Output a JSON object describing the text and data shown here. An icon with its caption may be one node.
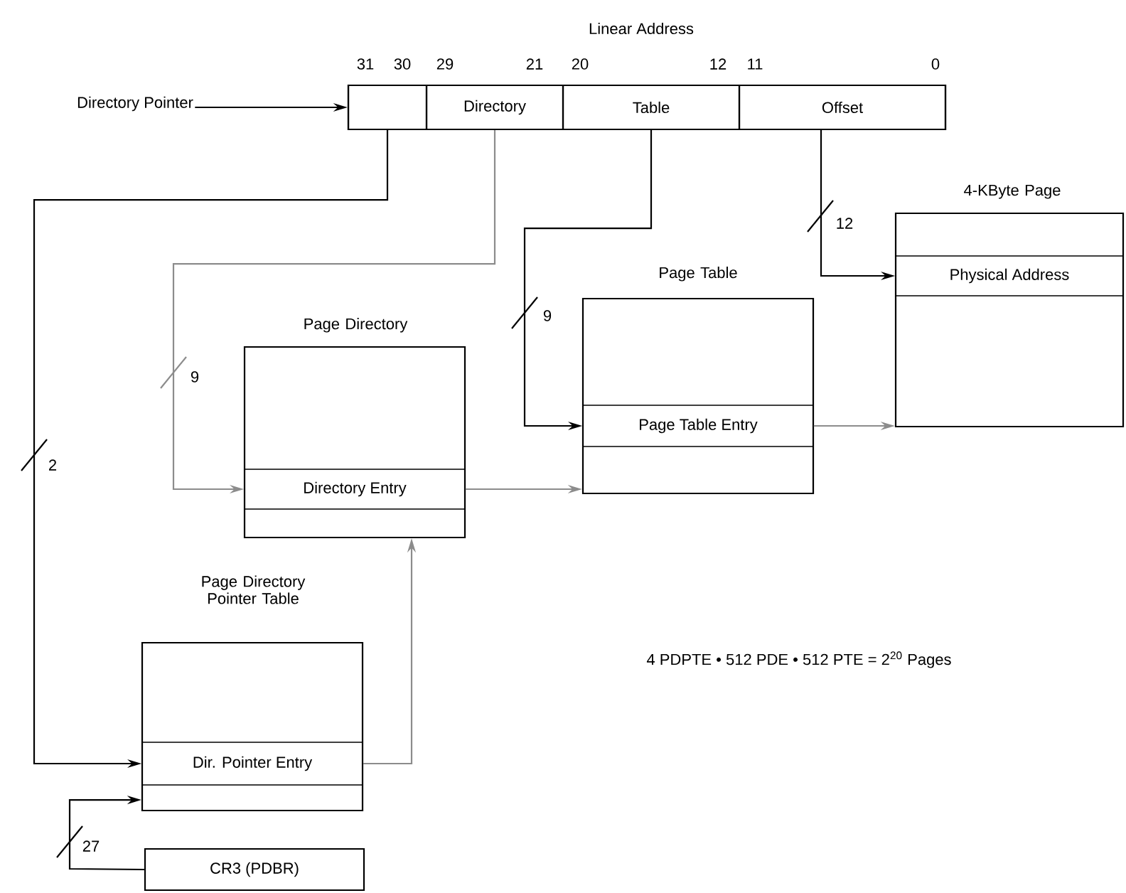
{
  "diagram": {
    "nodes": [
      {
        "text": [
          "Directory Pointer"
        ]
      },
      {
        "text": [
          "Linear Address"
        ]
      },
      {
        "text": [],
        "shape": "box",
        "in": 1
      },
      {
        "text": [
          "Directory"
        ],
        "in": 1
      },
      {
        "text": [
          "Table"
        ],
        "in": 1
      },
      {
        "text": [
          "Offset"
        ],
        "in": 1
      },
      {
        "text": [
          "4-KByte Page"
        ]
      },
      {
        "text": [
          "Physical Address"
        ],
        "in": 6
      },
      {
        "text": [
          "Page Table"
        ]
      },
      {
        "text": [
          "Page Table Entry"
        ],
        "in": 8
      },
      {
        "text": [
          "Page Directory"
        ]
      },
      {
        "text": [
          "Directory Entry"
        ],
        "in": 10
      },
      {
        "text": [
          "Page Directory Pointer Table"
        ]
      },
      {
        "text": [
          "Dir. Pointer Entry"
        ],
        "in": 12
      },
      {
        "text": [
          "CR3 (PDBR)"
        ]
      }
    ],
    "edges": [
      {
        "from": 0,
        "to": 2,
        "arrow": "to"
      },
      {
        "from": 2,
        "to": 13,
        "arrow": "to",
        "label": "2"
      },
      {
        "from": 3,
        "to": 11,
        "arrow": "to",
        "label": "9",
        "color": "#8c8c8c"
      },
      {
        "from": 4,
        "to": 9,
        "arrow": "to",
        "label": "9"
      },
      {
        "from": 5,
        "to": 7,
        "arrow": "to",
        "label": "12"
      },
      {
        "from": 13,
        "to": 10,
        "arrow": "to",
        "color": "#8c8c8c"
      },
      {
        "from": 11,
        "to": 8,
        "arrow": "to",
        "color": "#8c8c8c"
      },
      {
        "from": 9,
        "to": 6,
        "arrow": "to",
        "color": "#8c8c8c"
      },
      {
        "from": 14,
        "to": 12,
        "arrow": "to",
        "label": "27"
      }
    ],
    "labels": [
      "31",
      "30",
      "29",
      "21",
      "20",
      "12",
      "11",
      "0",
      "4 PDPTE • 512 PDE • 512 PTE = 2$^{20}$ Pages"
    ]
  }
}
